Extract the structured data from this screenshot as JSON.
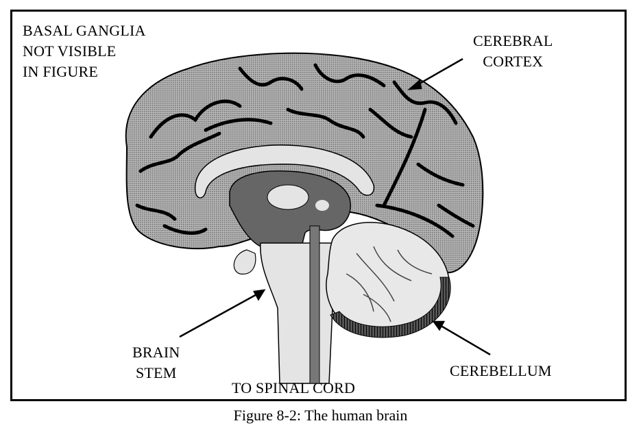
{
  "labels": {
    "basal_ganglia": [
      "BASAL GANGLIA",
      "NOT VISIBLE",
      "IN FIGURE"
    ],
    "cerebral_cortex": [
      "CEREBRAL",
      "CORTEX"
    ],
    "brain_stem": [
      "BRAIN",
      "STEM"
    ],
    "spinal_cord": "TO SPINAL CORD",
    "cerebellum": "CEREBELLUM"
  },
  "caption": "Figure 8-2: The human brain",
  "colors": {
    "cortex_gray": "#9a9a9a",
    "light_gray": "#e4e4e4",
    "dark_gray": "#666666",
    "outline": "#000000"
  }
}
